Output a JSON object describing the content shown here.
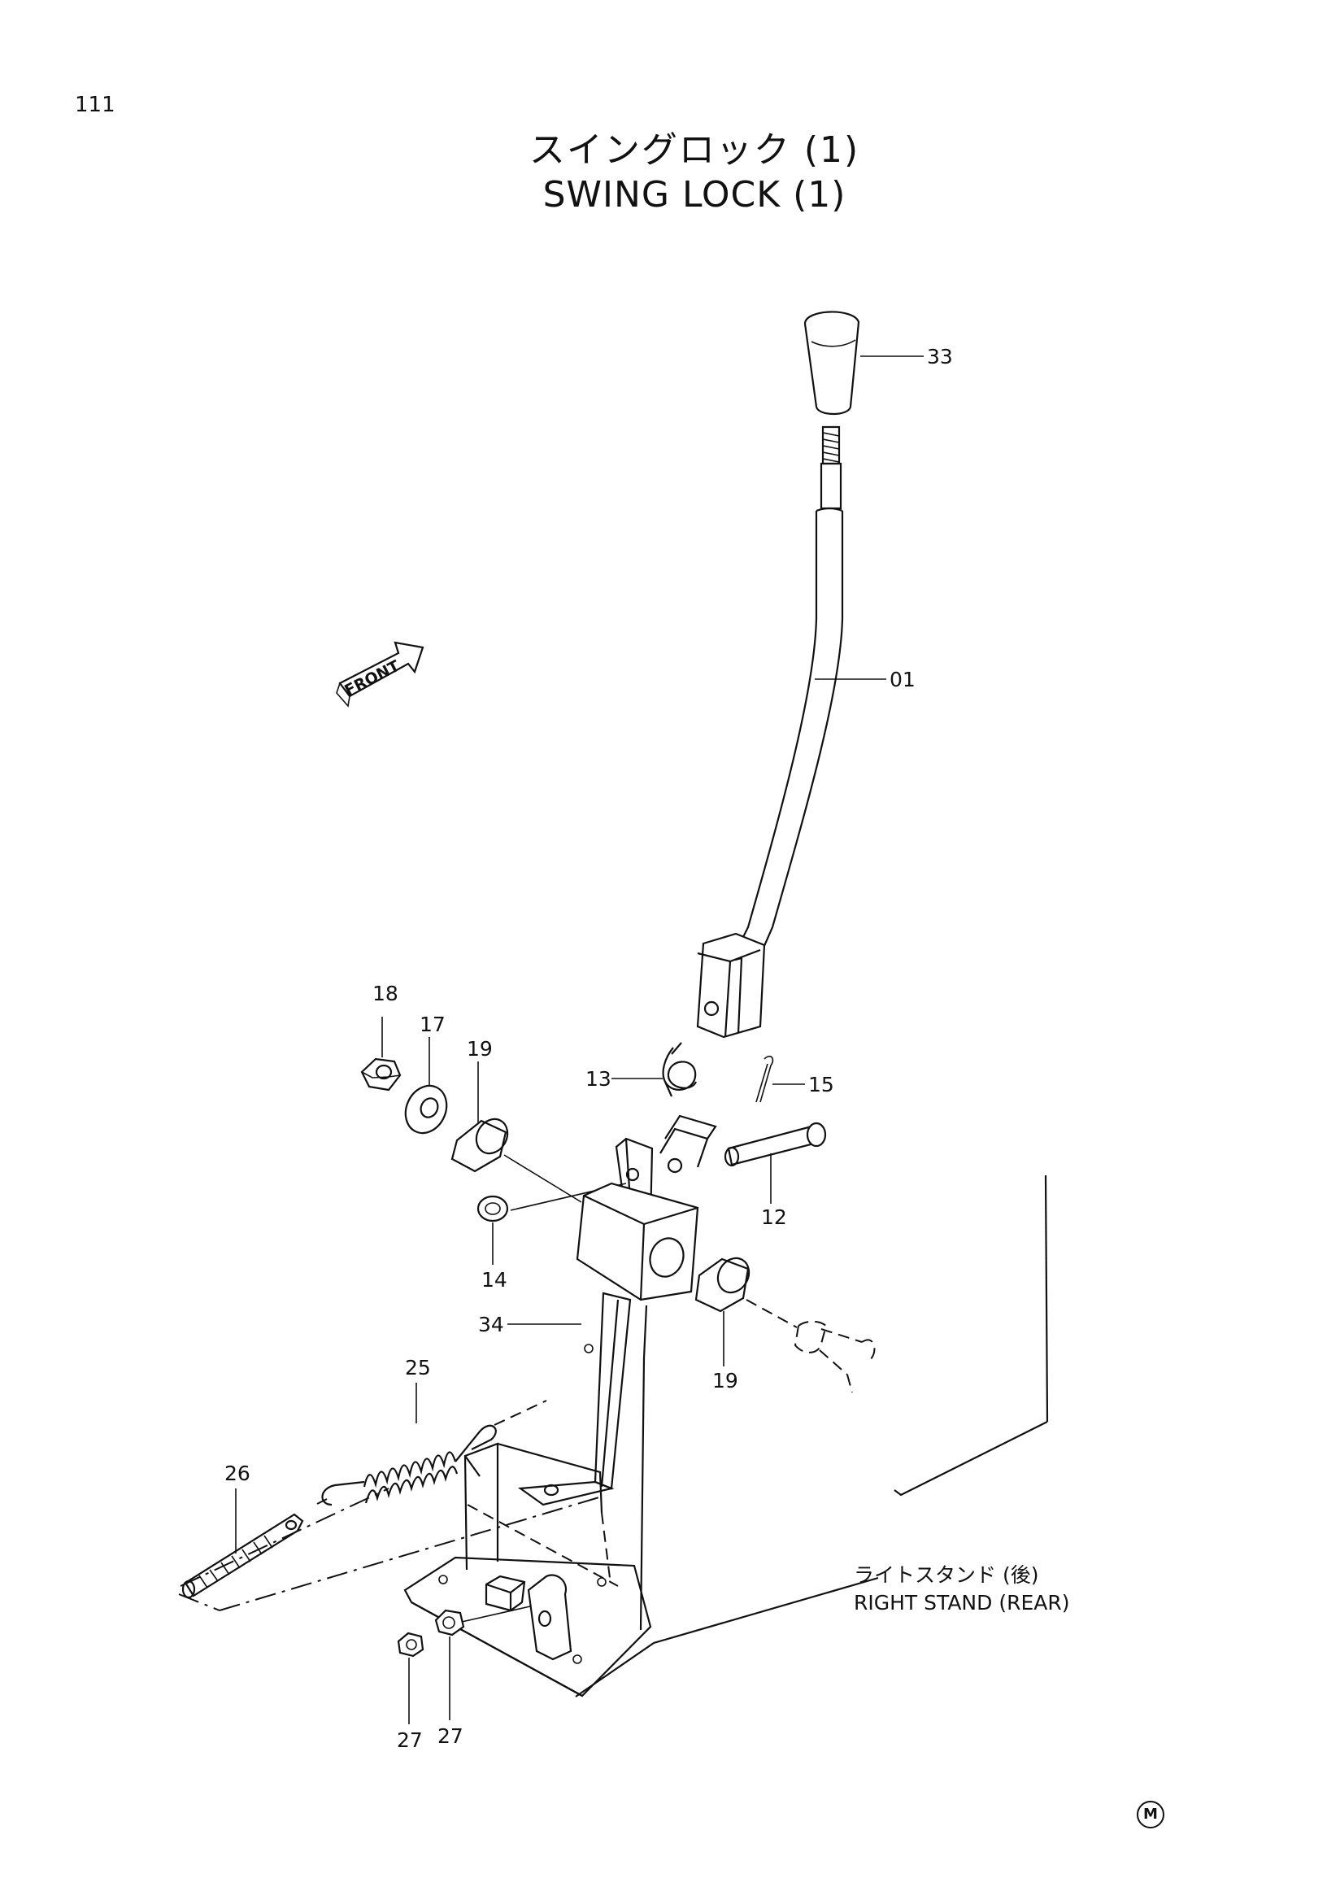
{
  "page_number": "111",
  "title": {
    "japanese": "スイングロック (1)",
    "english": "SWING LOCK (1)"
  },
  "front_arrow_label": "FRONT",
  "stand_label": {
    "japanese": "ライトスタンド (後)",
    "english": "RIGHT STAND (REAR)"
  },
  "corner_mark": "M",
  "callouts": {
    "knob": "33",
    "lever": "01",
    "nut_18": "18",
    "washer_17": "17",
    "bushing_19_upper": "19",
    "spring_13": "13",
    "cotter_15": "15",
    "pin_12": "12",
    "washer_14": "14",
    "bracket_34": "34",
    "bushing_19_lower": "19",
    "spring_25": "25",
    "rod_26": "26",
    "nut_27_left": "27",
    "nut_27_right": "27"
  }
}
